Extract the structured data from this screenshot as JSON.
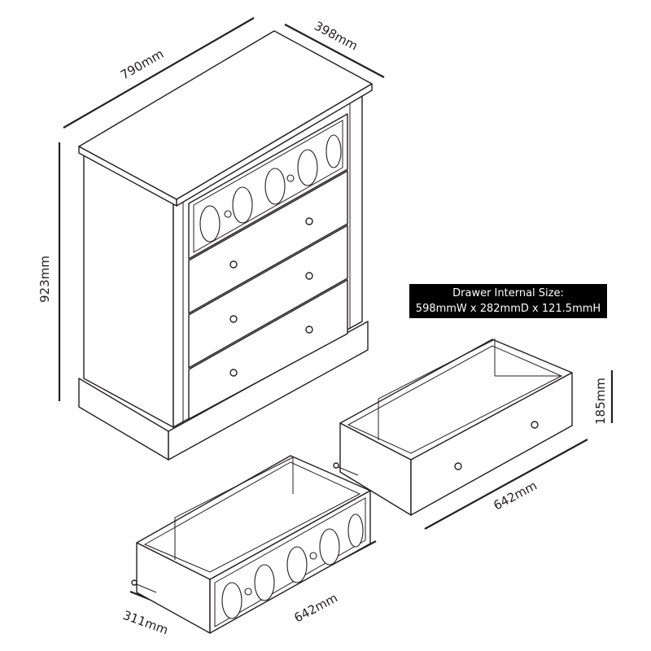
{
  "dimensions": {
    "width": "790mm",
    "depth": "398mm",
    "height": "923mm",
    "drawer_height": "185mm",
    "drawer_length_top": "642mm",
    "drawer_length_bottom": "642mm",
    "drawer_front_depth": "311mm"
  },
  "info": {
    "title": "Drawer Internal Size:",
    "size": "598mmW x 282mmD x 121.5mmH"
  }
}
